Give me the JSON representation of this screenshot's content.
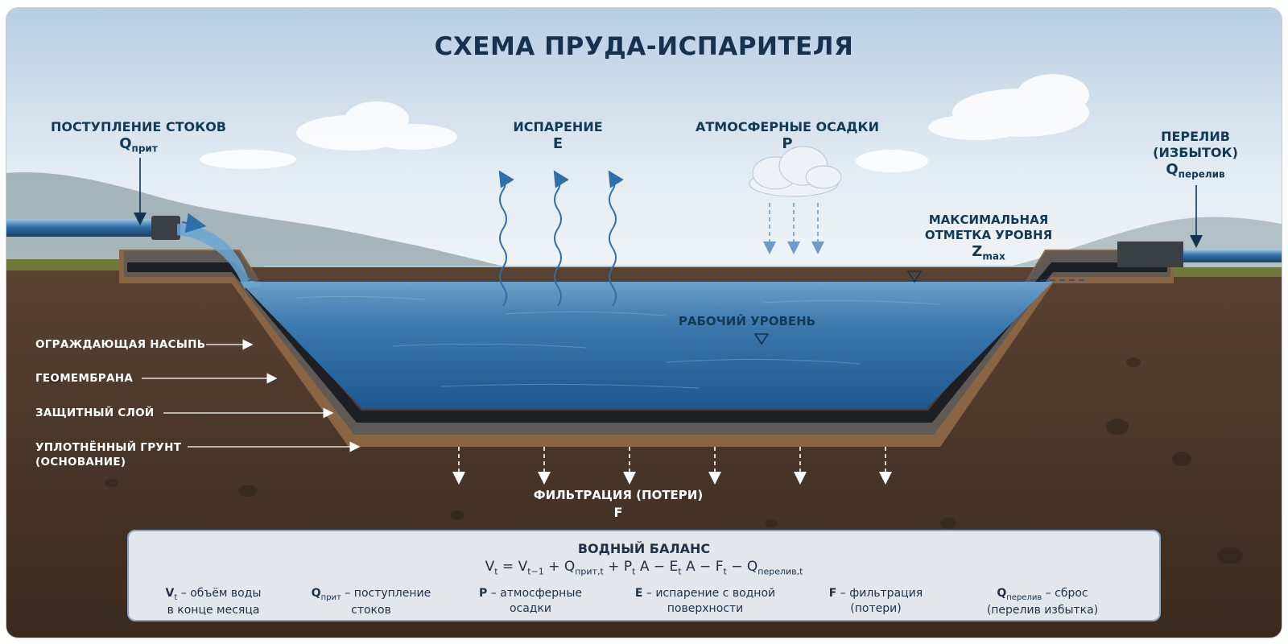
{
  "title": "СХЕМА ПРУДА-ИСПАРИТЕЛЯ",
  "inflow": {
    "label": "ПОСТУПЛЕНИЕ СТОКОВ",
    "symbol": "Q",
    "subscript": "прит"
  },
  "evaporation": {
    "label": "ИСПАРЕНИЕ",
    "symbol": "E"
  },
  "precipitation": {
    "label": "АТМОСФЕРНЫЕ ОСАДКИ",
    "symbol": "P"
  },
  "overflow": {
    "label_line1": "ПЕРЕЛИВ",
    "label_line2": "(ИЗБЫТОК)",
    "symbol": "Q",
    "subscript": "перелив"
  },
  "max_level": {
    "label_line1": "МАКСИМАЛЬНАЯ",
    "label_line2": "ОТМЕТКА УРОВНЯ",
    "symbol": "Z",
    "subscript": "max"
  },
  "working_level": {
    "label": "РАБОЧИЙ УРОВЕНЬ"
  },
  "layers": [
    {
      "label": "ОГРАЖДАЮЩАЯ НАСЫПЬ"
    },
    {
      "label": "ГЕОМЕМБРАНА"
    },
    {
      "label": "ЗАЩИТНЫЙ СЛОЙ"
    },
    {
      "label_line1": "УПЛОТНЁННЫЙ ГРУНТ",
      "label_line2": "(ОСНОВАНИЕ)"
    }
  ],
  "filtration": {
    "label": "ФИЛЬТРАЦИЯ (ПОТЕРИ)",
    "symbol": "F"
  },
  "balance": {
    "title": "ВОДНЫЙ БАЛАНС",
    "formula": {
      "v": "V",
      "t": "t",
      "eq": " = ",
      "tm1": "t−1",
      "plus1": " + ",
      "q": "Q",
      "prit_t": "прит,t",
      "plus2": " + ",
      "p": "P",
      "a1": " A − ",
      "e": "E",
      "a2": " A − ",
      "f": "F",
      "minus": " − ",
      "q2": "Q",
      "per_t": "перелив,t"
    },
    "legend": [
      {
        "sym": "V",
        "sub": "t",
        "text1": " – объём воды",
        "text2": "в конце месяца"
      },
      {
        "sym": "Q",
        "sub": "прит",
        "text1": " – поступление",
        "text2": "стоков"
      },
      {
        "sym": "P",
        "sub": "",
        "text1": " – атмосферные",
        "text2": "осадки"
      },
      {
        "sym": "E",
        "sub": "",
        "text1": " – испарение с водной",
        "text2": "поверхности"
      },
      {
        "sym": "F",
        "sub": "",
        "text1": " – фильтрация",
        "text2": "(потери)"
      },
      {
        "sym": "Q",
        "sub": "перелив",
        "text1": " – сброс",
        "text2": "(перелив избытка)"
      }
    ]
  },
  "colors": {
    "sky_top": "#b9cfe3",
    "sky_bottom": "#eef3f7",
    "water_top": "#4f89bb",
    "water_bottom": "#1f5b93",
    "soil": "#4a3526",
    "membrane": "#1f2326",
    "label_dark": "#123a55"
  }
}
